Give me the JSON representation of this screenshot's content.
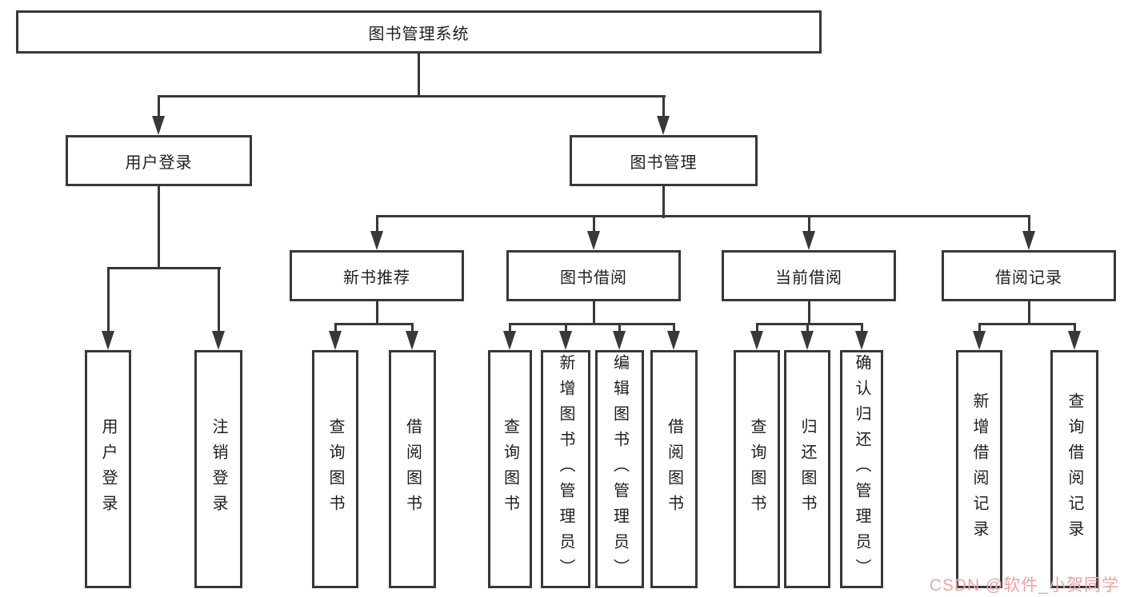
{
  "diagram": {
    "root": "图书管理系统",
    "user_login": {
      "label": "用户登录",
      "children": [
        "用户登录",
        "注销登录"
      ]
    },
    "book_management": {
      "label": "图书管理",
      "sections": {
        "new_book": {
          "label": "新书推荐",
          "children": [
            "查询图书",
            "借阅图书"
          ]
        },
        "borrow": {
          "label": "图书借阅",
          "children": [
            "查询图书",
            "新增图书（管理员）",
            "编辑图书（管理员）",
            "借阅图书"
          ]
        },
        "current": {
          "label": "当前借阅",
          "children": [
            "查询图书",
            "归还图书",
            "确认归还（管理员）"
          ]
        },
        "records": {
          "label": "借阅记录",
          "children": [
            "新增借阅记录",
            "查询借阅记录"
          ]
        }
      }
    }
  },
  "watermark": {
    "text": "CSDN @软件_小贺同学",
    "color": "#efa3a3"
  },
  "colors": {
    "line": "#383838",
    "box_border": "#383838",
    "box_fill": "#ffffff",
    "text": "#1e1e1e",
    "background": "#ffffff"
  }
}
